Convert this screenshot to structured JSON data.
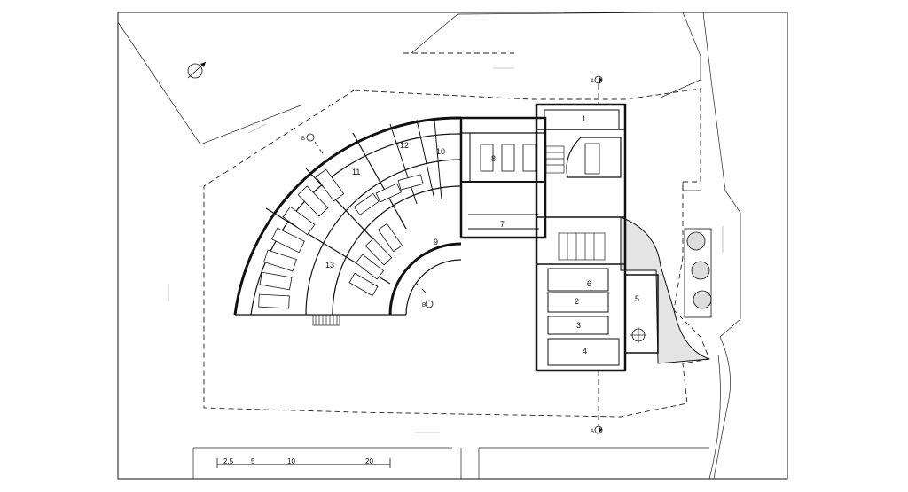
{
  "rooms": [
    {
      "label": "1"
    },
    {
      "label": "2"
    },
    {
      "label": "3"
    },
    {
      "label": "4"
    },
    {
      "label": "5"
    },
    {
      "label": "6"
    },
    {
      "label": "7"
    },
    {
      "label": "8"
    },
    {
      "label": "9"
    },
    {
      "label": "10"
    },
    {
      "label": "11"
    },
    {
      "label": "12"
    },
    {
      "label": "13"
    }
  ],
  "section_marks": {
    "a_top": "A",
    "a_bottom": "A",
    "b_top": "B",
    "b_bottom": "B"
  },
  "scale_bar": {
    "ticks": [
      "2.5",
      "5",
      "10",
      "20"
    ]
  }
}
